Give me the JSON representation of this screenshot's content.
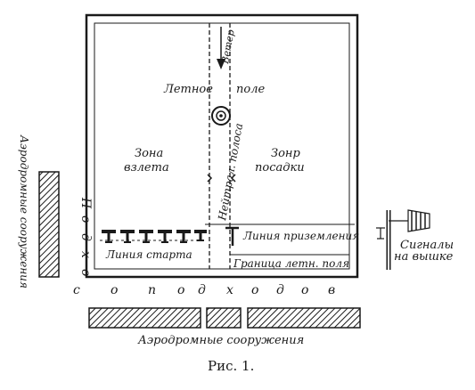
{
  "diagram": {
    "field_title_1": "Летное",
    "field_title_2": "поле",
    "wind": "Ветер",
    "zone_takeoff_1": "Зона",
    "zone_takeoff_2": "взлета",
    "zone_landing_1": "Зонр",
    "zone_landing_2": "посадки",
    "neutral_strip": "Нейтрал. полоса",
    "touchdown_line": "Линия приземления",
    "start_line": "Линия старта",
    "field_boundary": "Граница летн. поля",
    "approaches_bottom": [
      "с",
      "о",
      "п",
      "о",
      "д",
      "х",
      "о",
      "д",
      "о",
      "в"
    ],
    "approaches_left": [
      "П",
      "о",
      "д",
      "х",
      "о"
    ],
    "buildings_bottom": "Аэродромные сооружения",
    "buildings_left": "Аэродромные сооружения",
    "signals_1": "Сигналы",
    "signals_2": "на вышке",
    "caption": "Рис. 1."
  }
}
